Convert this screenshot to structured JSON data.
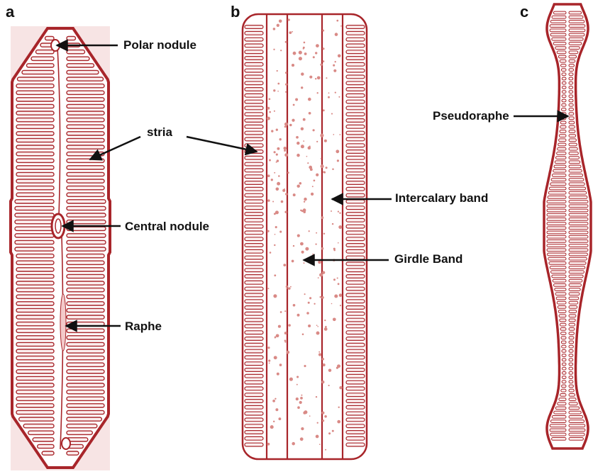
{
  "panels": {
    "a": {
      "letter": "a"
    },
    "b": {
      "letter": "b"
    },
    "c": {
      "letter": "c"
    }
  },
  "labels": {
    "polar_nodule": "Polar nodule",
    "stria": "stria",
    "central_nodule": "Central nodule",
    "raphe": "Raphe",
    "intercalary_band": "Intercalary band",
    "girdle_band": "Girdle Band",
    "pseudoraphe": "Pseudoraphe"
  },
  "colors": {
    "outline": "#a8252a",
    "stria_fill": "#fbeeee",
    "panel_a_bg": "#f7e4e4",
    "dot": "#d98a86",
    "arrow": "#111111"
  }
}
